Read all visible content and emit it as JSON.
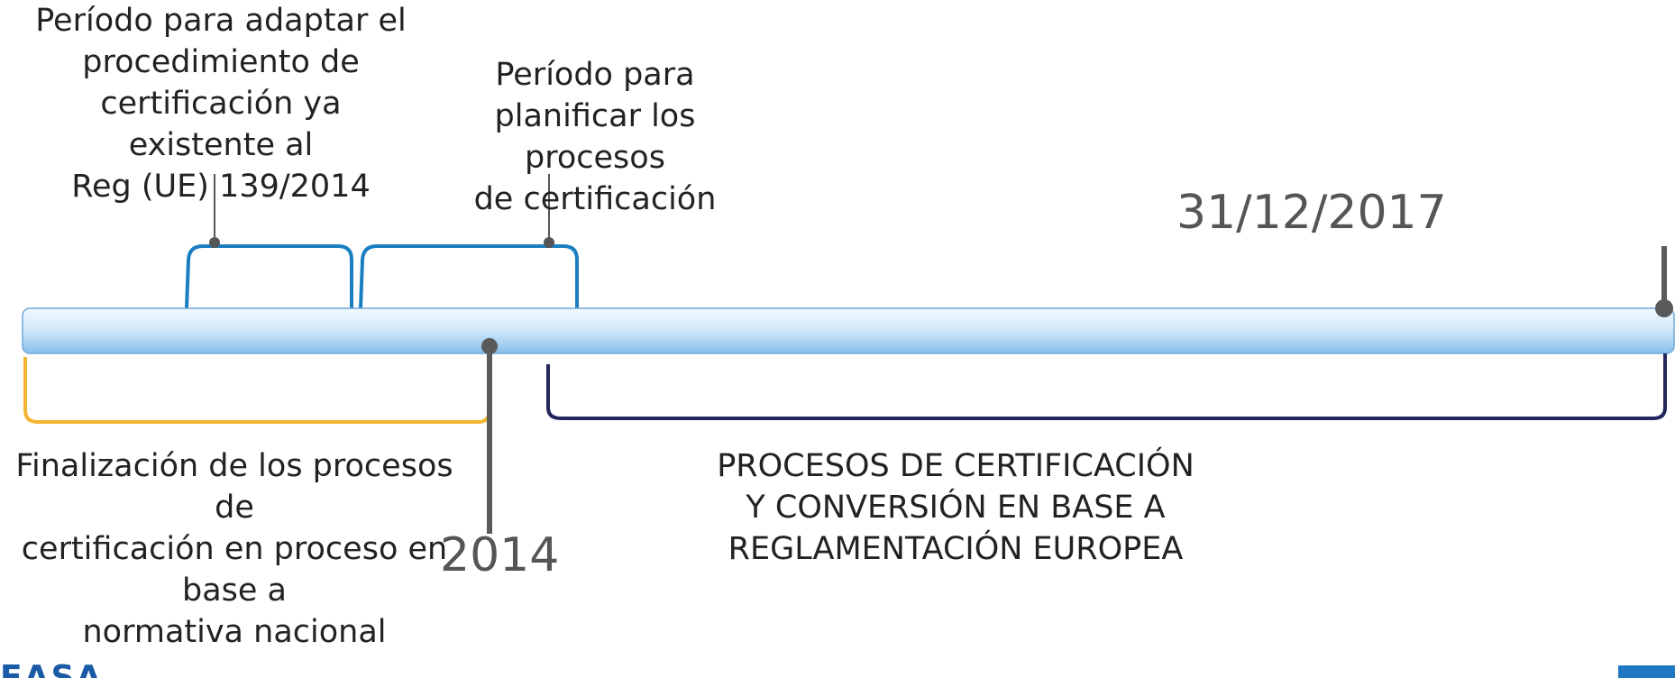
{
  "labels": {
    "adapt_period": [
      "Período para adaptar el",
      "procedimiento de",
      "certificación ya existente al",
      "Reg (UE) 139/2014"
    ],
    "plan_period": [
      "Período para",
      "planificar los procesos",
      "de certificación"
    ],
    "finalization": [
      "Finalización de los procesos de",
      "certificación en proceso en base a",
      "normativa nacional"
    ],
    "eu_processes": [
      "PROCESOS DE CERTIFICACIÓN",
      "Y CONVERSIÓN EN BASE A",
      "REGLAMENTACIÓN EUROPEA"
    ]
  },
  "milestones": {
    "start": "2014",
    "end": "31/12/2017"
  },
  "logo": {
    "text": "EASA"
  },
  "colors": {
    "upper_brackets": "#1a7fc1",
    "lower_left_bracket": "#f2b531",
    "lower_right_bracket": "#24275e",
    "milestone_pin": "#5a5a5a",
    "bar_light": "#eaf4fd",
    "bar_dark": "#8ec3ec"
  }
}
